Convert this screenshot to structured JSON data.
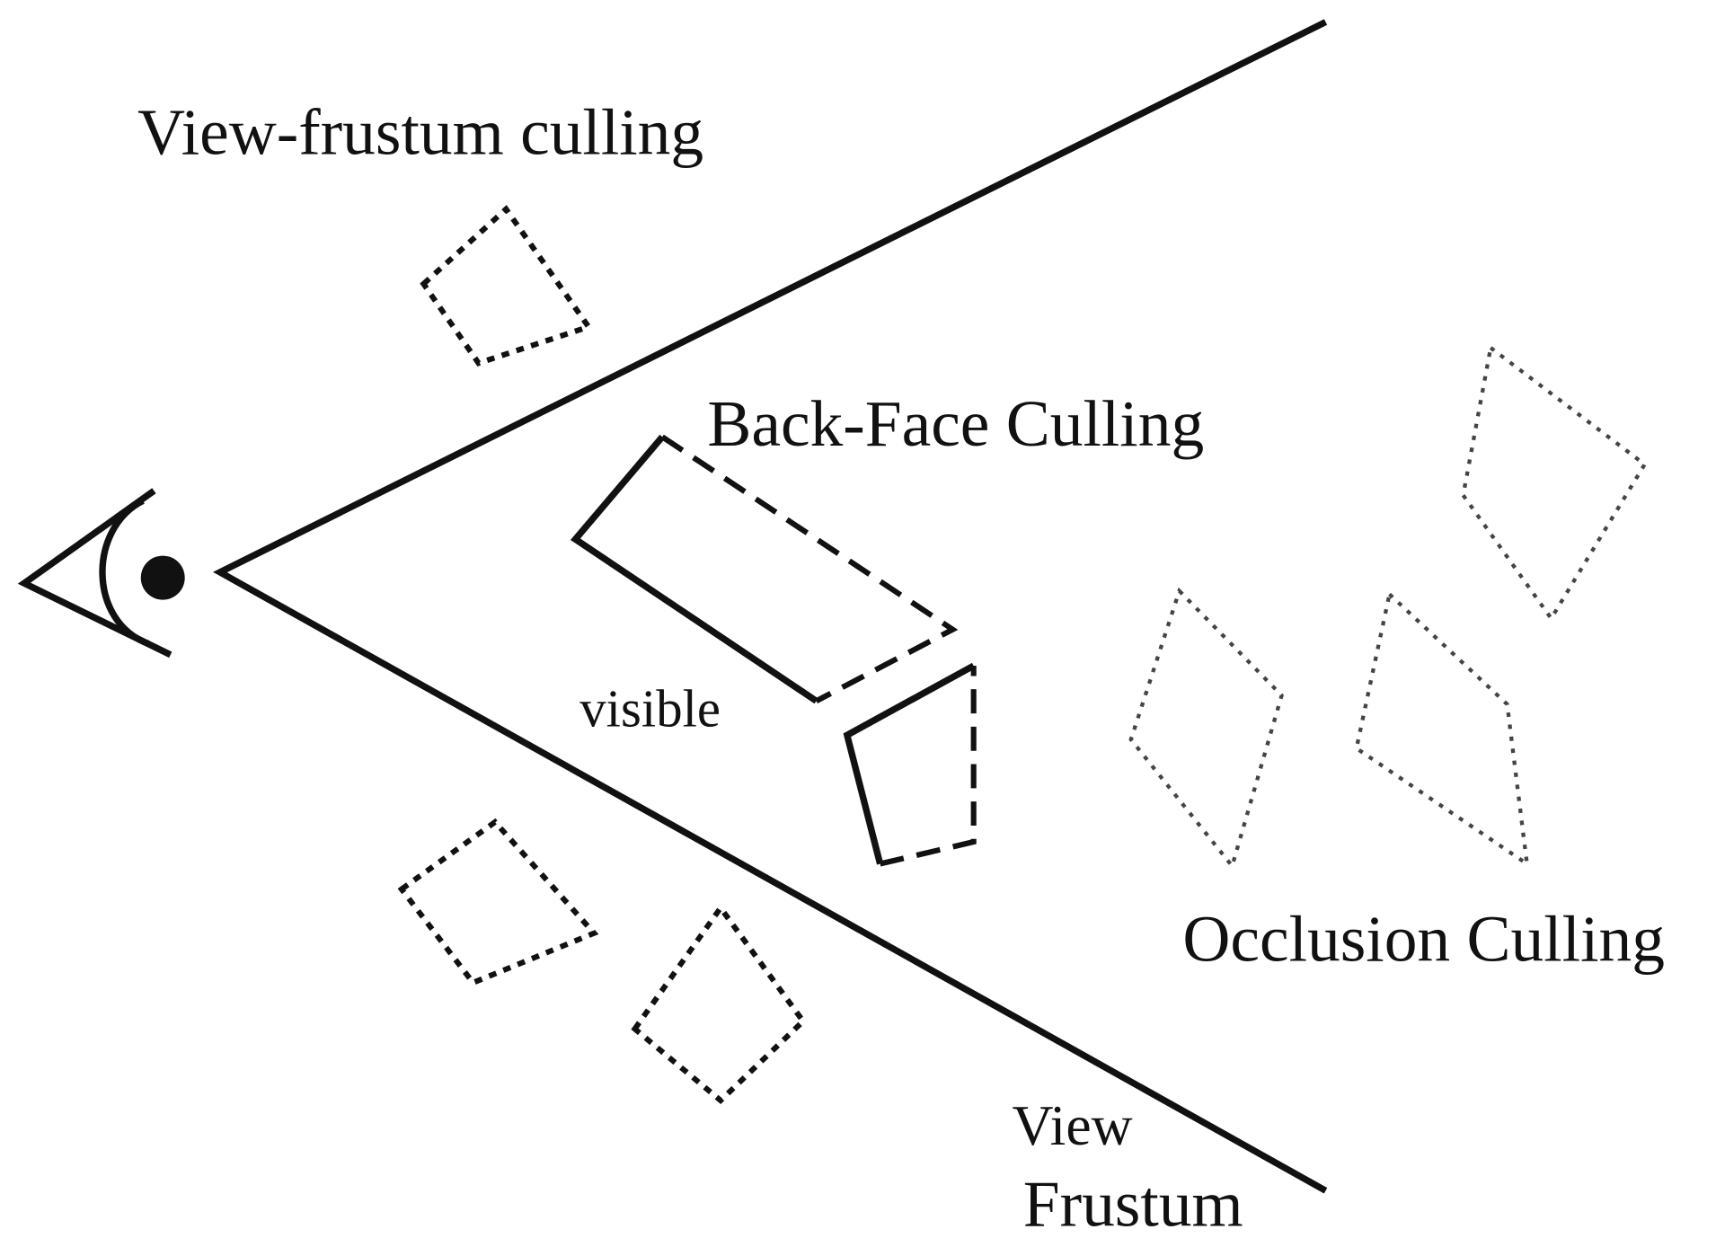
{
  "labels": {
    "view_frustum_culling": "View-frustum culling",
    "back_face_culling": "Back-Face Culling",
    "visible": "visible",
    "occlusion_culling": "Occlusion Culling",
    "view_frustum_line1": "View",
    "view_frustum_line2": "Frustum"
  }
}
